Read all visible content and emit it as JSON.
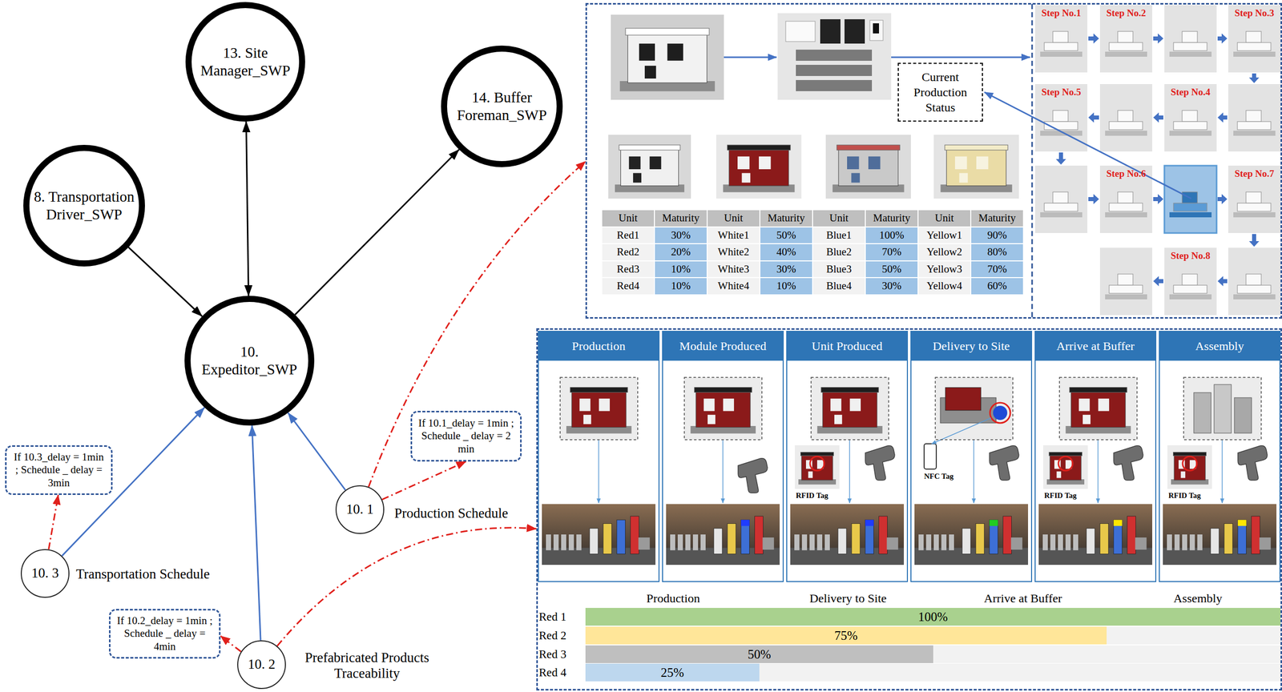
{
  "diagram": {
    "nodes": [
      {
        "text": [
          "13. Site Manager_SWP"
        ]
      },
      {
        "text": [
          "14. Buffer Foreman_SWP"
        ]
      },
      {
        "text": [
          "8. Transportation Driver_SWP"
        ]
      },
      {
        "text": [
          "10. Expeditor_SWP"
        ]
      },
      {
        "text": [
          "If 10.1_delay = 1min ; Schedule _ delay = 2 min"
        ]
      },
      {
        "text": [
          "If 10.3_delay = 1min ; Schedule _ delay = 3min"
        ]
      },
      {
        "text": [
          "10. 1",
          "Production Schedule"
        ]
      },
      {
        "text": [
          "10. 3",
          "Transportation Schedule"
        ]
      },
      {
        "text": [
          "If 10.2_delay = 1min ; Schedule _ delay = 4min"
        ]
      },
      {
        "text": [
          "10. 2",
          "Prefabricated Products Traceability"
        ]
      },
      {
        "text": []
      },
      {
        "text": [
          "Current Production Status"
        ],
        "in": 10
      },
      {
        "text": []
      },
      {
        "text": [
          "Production"
        ],
        "in": 12
      },
      {
        "text": [
          "Module Produced"
        ],
        "in": 12
      },
      {
        "text": [
          "Unit Produced"
        ],
        "in": 12
      },
      {
        "text": [
          "Delivery to Site"
        ],
        "in": 12
      },
      {
        "text": [
          "Arrive at Buffer"
        ],
        "in": 12
      },
      {
        "text": [
          "Assembly"
        ],
        "in": 12
      },
      {
        "text": [
          "100%"
        ],
        "in": 12
      },
      {
        "text": [
          "75%"
        ],
        "in": 12
      },
      {
        "text": [
          "50%"
        ],
        "in": 12
      },
      {
        "text": [
          "25%"
        ],
        "in": 12
      }
    ],
    "edges": [
      {
        "from": 0,
        "to": 3,
        "arrow": "both"
      },
      {
        "from": 2,
        "to": 3,
        "arrow": "to"
      },
      {
        "from": 3,
        "to": 1,
        "arrow": "to"
      },
      {
        "from": 6,
        "to": 3,
        "arrow": "to"
      },
      {
        "from": 9,
        "to": 3,
        "arrow": "to"
      },
      {
        "from": 7,
        "to": 3,
        "arrow": "to"
      },
      {
        "from": 6,
        "to": 4,
        "arrow": "to"
      },
      {
        "from": 7,
        "to": 5,
        "arrow": "to"
      },
      {
        "from": 9,
        "to": 8,
        "arrow": "to"
      },
      {
        "from": 6,
        "to": 10,
        "arrow": "to"
      },
      {
        "from": 9,
        "to": 12,
        "arrow": "to"
      }
    ],
    "labels": [
      "Unit",
      "Maturity",
      "Unit",
      "Maturity",
      "Unit",
      "Maturity",
      "Unit",
      "Maturity",
      "Red1",
      "30%",
      "White1",
      "50%",
      "Blue1",
      "100%",
      "Yellow1",
      "90%",
      "Red2",
      "20%",
      "White2",
      "40%",
      "Blue2",
      "70%",
      "Yellow2",
      "80%",
      "Red3",
      "10%",
      "White3",
      "30%",
      "Blue3",
      "50%",
      "Yellow3",
      "70%",
      "Red4",
      "10%",
      "White4",
      "10%",
      "Blue4",
      "30%",
      "Yellow4",
      "60%",
      "Step No.1",
      "Step No.2",
      "Step No.3",
      "Step No.4",
      "Step No.5",
      "Step No.6",
      "Step No.7",
      "Step No.8",
      "RFID Tag",
      "NFC Tag",
      "RFID Tag",
      "RFID Tag",
      "Production",
      "Delivery to Site",
      "Arrive at Buffer",
      "Assembly",
      "Red 1",
      "Red 2",
      "Red 3",
      "Red 4"
    ]
  }
}
